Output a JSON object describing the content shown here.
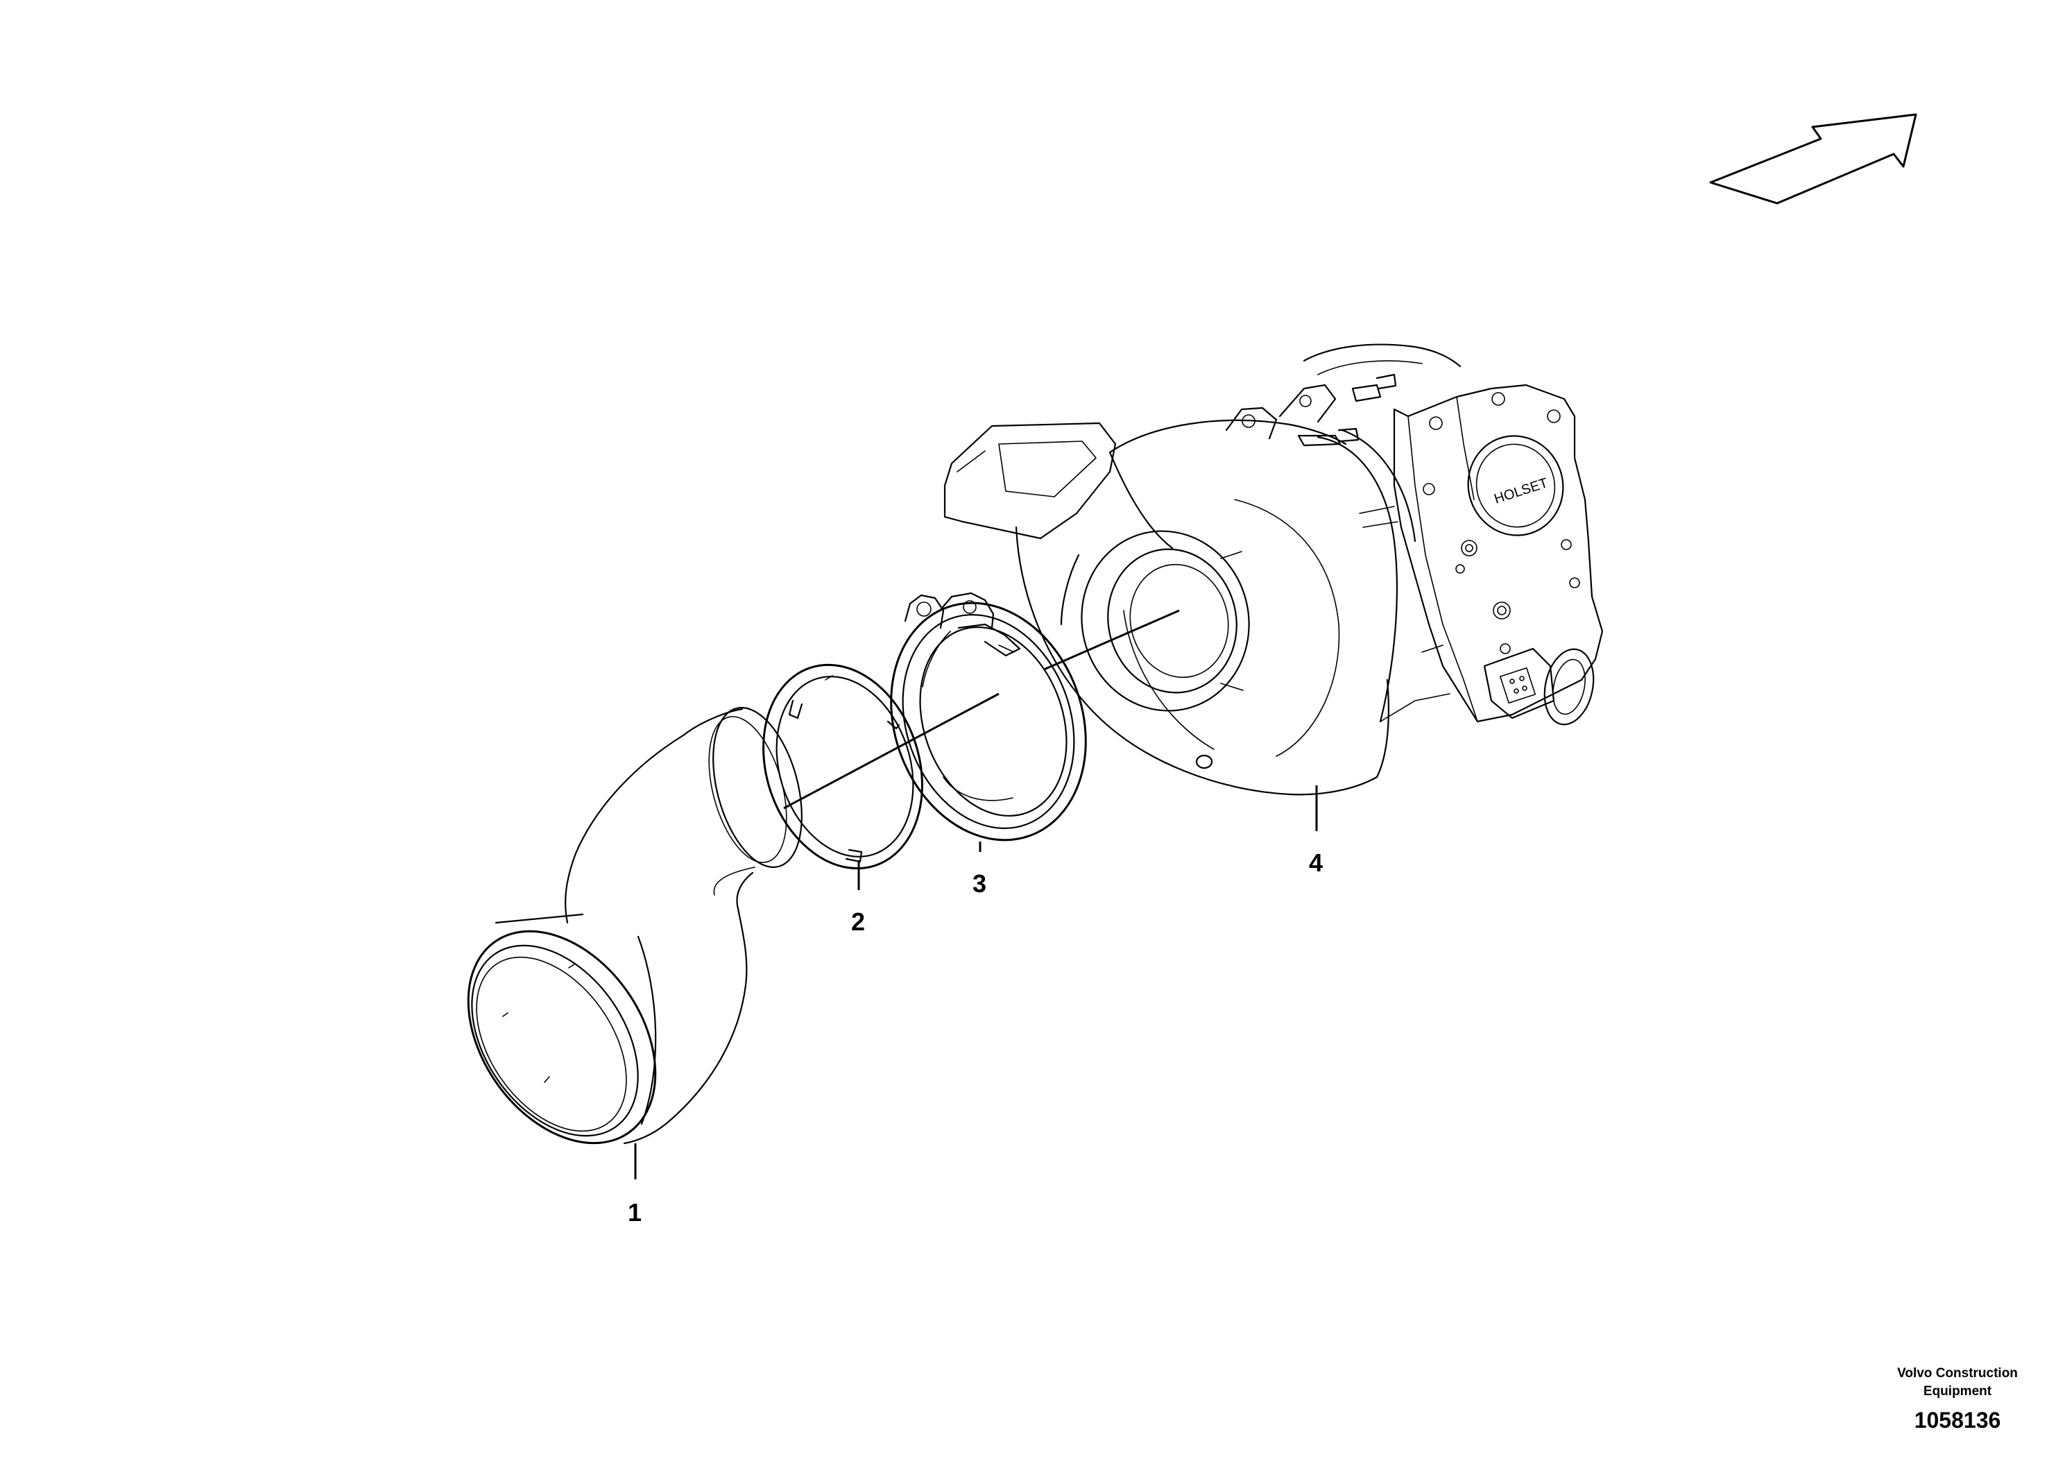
{
  "callouts": [
    {
      "number": "1",
      "part": "exhaust-elbow"
    },
    {
      "number": "2",
      "part": "sealing-ring"
    },
    {
      "number": "3",
      "part": "v-band-clamp"
    },
    {
      "number": "4",
      "part": "turbocharger"
    }
  ],
  "turbo_brand_marking": "HOLSET",
  "credit": {
    "line1": "Volvo Construction",
    "line2": "Equipment"
  },
  "reference_number": "1058136",
  "icons": {
    "direction_arrow": "direction-arrow-icon"
  }
}
